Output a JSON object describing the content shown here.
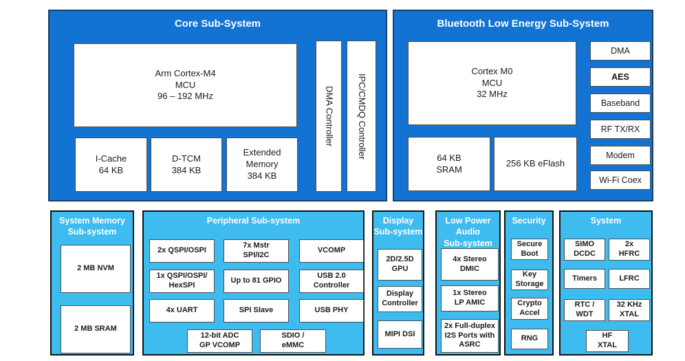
{
  "colors": {
    "dark_blue": "#1273d2",
    "light_blue": "#3ebcf0",
    "header_text": "#ffffff",
    "box_text": "#1a1a1a"
  },
  "core": {
    "title": "Core Sub-System",
    "mcu_label": "Arm Cortex-M4\nMCU\n96 – 192 MHz",
    "icache_label": "I-Cache\n64 KB",
    "dtcm_label": "D-TCM\n384 KB",
    "extended_memory_label": "Extended\nMemory\n384 KB",
    "dma_controller_label": "DMA Controller",
    "ipc_controller_label": "IPC/CMDQ Controller"
  },
  "ble": {
    "title": "Bluetooth Low Energy Sub-System",
    "mcu_label": "Cortex M0\nMCU\n32 MHz",
    "sram_label": "64 KB\nSRAM",
    "eflash_label": "256 KB eFlash",
    "side": [
      "DMA",
      "AES",
      "Baseband",
      "RF TX/RX",
      "Modem",
      "Wi-Fi Coex"
    ]
  },
  "system_memory": {
    "title": "System Memory\nSub-system",
    "items": [
      "2 MB NVM",
      "2 MB SRAM"
    ]
  },
  "peripheral": {
    "title": "Peripheral Sub-system",
    "items": [
      "2x QSPI/OSPI",
      "7x Mstr\nSPI/I2C",
      "VCOMP",
      "1x QSPI/OSPI/\nHexSPI",
      "Up to 81 GPIO",
      "USB 2.0\nController",
      "4x UART",
      "SPI Slave",
      "USB PHY",
      "12-bit ADC\nGP VCOMP",
      "SDIO /\neMMC"
    ]
  },
  "display": {
    "title": "Display\nSub-system",
    "items": [
      "2D/2.5D\nGPU",
      "Display\nController",
      "MIPI DSI"
    ]
  },
  "audio": {
    "title": "Low Power\nAudio\nSub-system",
    "items": [
      "4x Stereo\nDMIC",
      "1x Stereo\nLP AMIC",
      "2x Full-duplex\nI2S Ports with\nASRC"
    ]
  },
  "security": {
    "title": "Security",
    "items": [
      "Secure\nBoot",
      "Key\nStorage",
      "Crypto\nAccel",
      "RNG"
    ]
  },
  "system": {
    "title": "System",
    "items": [
      "SIMO\nDCDC",
      "2x\nHFRC",
      "Timers",
      "LFRC",
      "RTC /\nWDT",
      "32 KHz\nXTAL",
      "HF\nXTAL"
    ]
  }
}
